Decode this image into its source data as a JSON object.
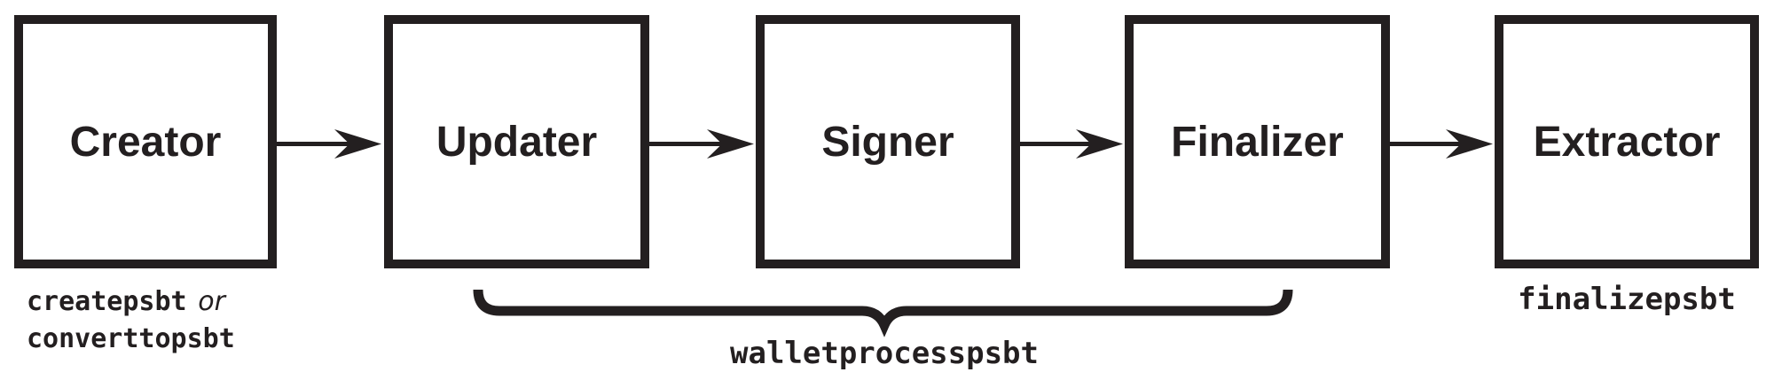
{
  "diagram": {
    "stages": [
      {
        "label": "Creator"
      },
      {
        "label": "Updater"
      },
      {
        "label": "Signer"
      },
      {
        "label": "Finalizer"
      },
      {
        "label": "Extractor"
      }
    ],
    "annotations": {
      "creator_rpc_1": "createpsbt",
      "creator_rpc_conjunction": "or",
      "creator_rpc_2": "converttopsbt",
      "wallet_rpc": "walletprocesspsbt",
      "extractor_rpc": "finalizepsbt"
    },
    "colors": {
      "ink": "#231f20",
      "background": "#ffffff"
    }
  }
}
